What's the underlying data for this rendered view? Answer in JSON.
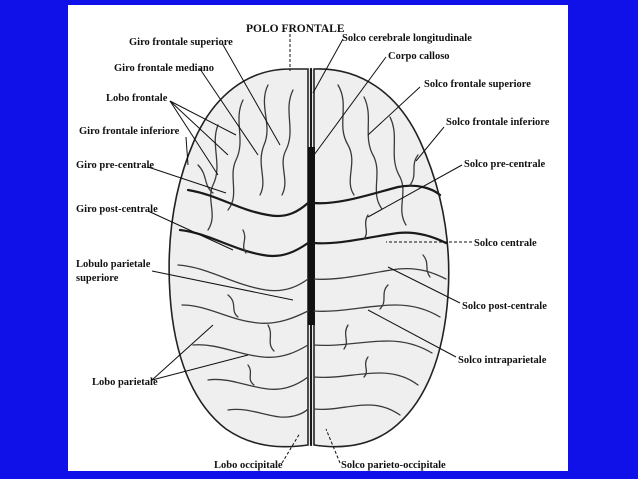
{
  "colors": {
    "background": "#1010e8",
    "panel": "#ffffff"
  },
  "labels": {
    "polo_frontale": "POLO FRONTALE",
    "giro_frontale_superiore": "Giro frontale superiore",
    "giro_frontale_mediano": "Giro frontale mediano",
    "lobo_frontale": "Lobo frontale",
    "giro_frontale_inferiore": "Giro frontale inferiore",
    "giro_pre_centrale": "Giro pre-centrale",
    "giro_post_centrale": "Giro post-centrale",
    "lobulo_parietale_1": "Lobulo parietale",
    "lobulo_parietale_2": "superiore",
    "lobo_parietale": "Lobo parietale",
    "lobo_occipitale": "Lobo occipitale",
    "solco_cerebrale_longitudinale": "Solco cerebrale longitudinale",
    "corpo_calloso": "Corpo calloso",
    "solco_frontale_superiore": "Solco frontale superiore",
    "solco_frontale_inferiore": "Solco frontale inferiore",
    "solco_pre_centrale": "Solco pre-centrale",
    "solco_centrale": "Solco centrale",
    "solco_post_centrale": "Solco post-centrale",
    "solco_intraparietale": "Solco intraparietale",
    "solco_parieto_occipitale": "Solco parieto-occipitale"
  }
}
